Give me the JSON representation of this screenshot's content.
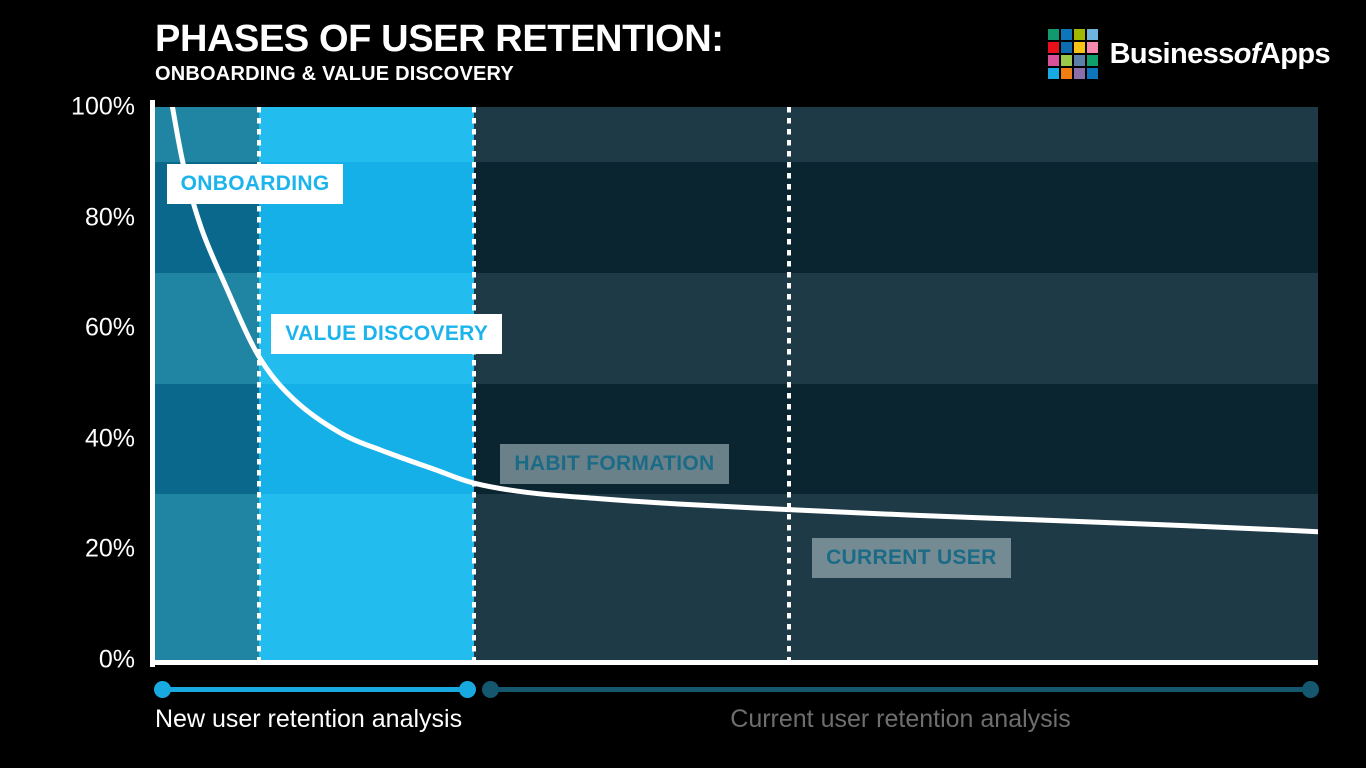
{
  "header": {
    "title": "PHASES OF USER RETENTION:",
    "subtitle": "ONBOARDING & VALUE DISCOVERY"
  },
  "logo": {
    "wordmark_1": "Business",
    "wordmark_of": "of",
    "wordmark_2": "Apps",
    "tiles": [
      "#119a6e",
      "#0d76bb",
      "#9fb800",
      "#6fb3e0",
      "#e8101b",
      "#0d6cb0",
      "#f6c316",
      "#f489ad",
      "#d6519a",
      "#9ac84a",
      "#5a7fa8",
      "#0fa06a",
      "#17a9e0",
      "#f07d14",
      "#8c6fa8",
      "#0d76bb"
    ]
  },
  "chart_data": {
    "type": "line",
    "title": "PHASES OF USER RETENTION:",
    "subtitle": "ONBOARDING & VALUE DISCOVERY",
    "xlabel": "",
    "ylabel": "",
    "ylim": [
      0,
      100
    ],
    "xlim": [
      0,
      100
    ],
    "grid": false,
    "legend_position": "none",
    "ytick_labels": [
      "0%",
      "20%",
      "40%",
      "60%",
      "80%",
      "100%"
    ],
    "ytick_values": [
      0,
      20,
      40,
      60,
      80,
      100
    ],
    "series": [
      {
        "name": "User retention curve",
        "color": "#ffffff",
        "x": [
          1.5,
          2.5,
          4,
          6,
          8.9,
          12,
          16,
          20,
          24,
          27.4,
          32,
          38,
          45,
          54.5,
          65,
          75,
          85,
          95,
          100
        ],
        "values": [
          100,
          89,
          78,
          68,
          55,
          47,
          41,
          37.5,
          34.5,
          32,
          30.3,
          29.2,
          28.2,
          27.2,
          26.2,
          25.4,
          24.6,
          23.7,
          23.2
        ]
      }
    ],
    "phase_regions": [
      {
        "name": "ONBOARDING",
        "x_start": 0,
        "x_end": 8.9,
        "fill": "#2084a3",
        "label_style": "light"
      },
      {
        "name": "VALUE DISCOVERY",
        "x_start": 8.9,
        "x_end": 27.4,
        "fill": "#1cb4ec",
        "label_style": "light"
      },
      {
        "name": "HABIT FORMATION",
        "x_start": 27.4,
        "x_end": 54.5,
        "fill": "#1b3a47",
        "label_style": "dim"
      },
      {
        "name": "CURRENT USER",
        "x_start": 54.5,
        "x_end": 100,
        "fill": "#1b3a47",
        "label_style": "dim"
      }
    ],
    "dividers_x": [
      8.9,
      27.4,
      54.5
    ],
    "annotations": [
      {
        "text": "ONBOARDING",
        "x": 1.0,
        "y": 86
      },
      {
        "text": "VALUE DISCOVERY",
        "x": 10.0,
        "y": 59
      },
      {
        "text": "HABIT FORMATION",
        "x": 29.7,
        "y": 35.5
      },
      {
        "text": "CURRENT USER",
        "x": 56.5,
        "y": 18.5
      }
    ]
  },
  "plot": {
    "phase_labels": [
      {
        "text": "ONBOARDING"
      },
      {
        "text": "VALUE DISCOVERY"
      },
      {
        "text": "HABIT FORMATION"
      },
      {
        "text": "CURRENT USER"
      }
    ],
    "ticks": [
      "100%",
      "80%",
      "60%",
      "40%",
      "20%",
      "0%"
    ]
  },
  "footer": {
    "ranges": [
      {
        "caption": "New user retention analysis",
        "color": "#17a9e0",
        "caption_color": "#ffffff"
      },
      {
        "caption": "Current user retention analysis",
        "color": "#14576e",
        "caption_color": "#6e6e6e"
      }
    ]
  },
  "colors": {
    "background": "#000000",
    "axis": "#ffffff",
    "curve": "#ffffff",
    "onboarding_band_a": "#2084a3",
    "onboarding_band_b": "#09688c",
    "value_band_a": "#22bcef",
    "value_band_b": "#16b0e8",
    "right_band_a": "#1e3a46",
    "right_band_b": "#0a2430",
    "accent_cyan": "#1cb4ec",
    "accent_teal": "#1b6b87"
  }
}
